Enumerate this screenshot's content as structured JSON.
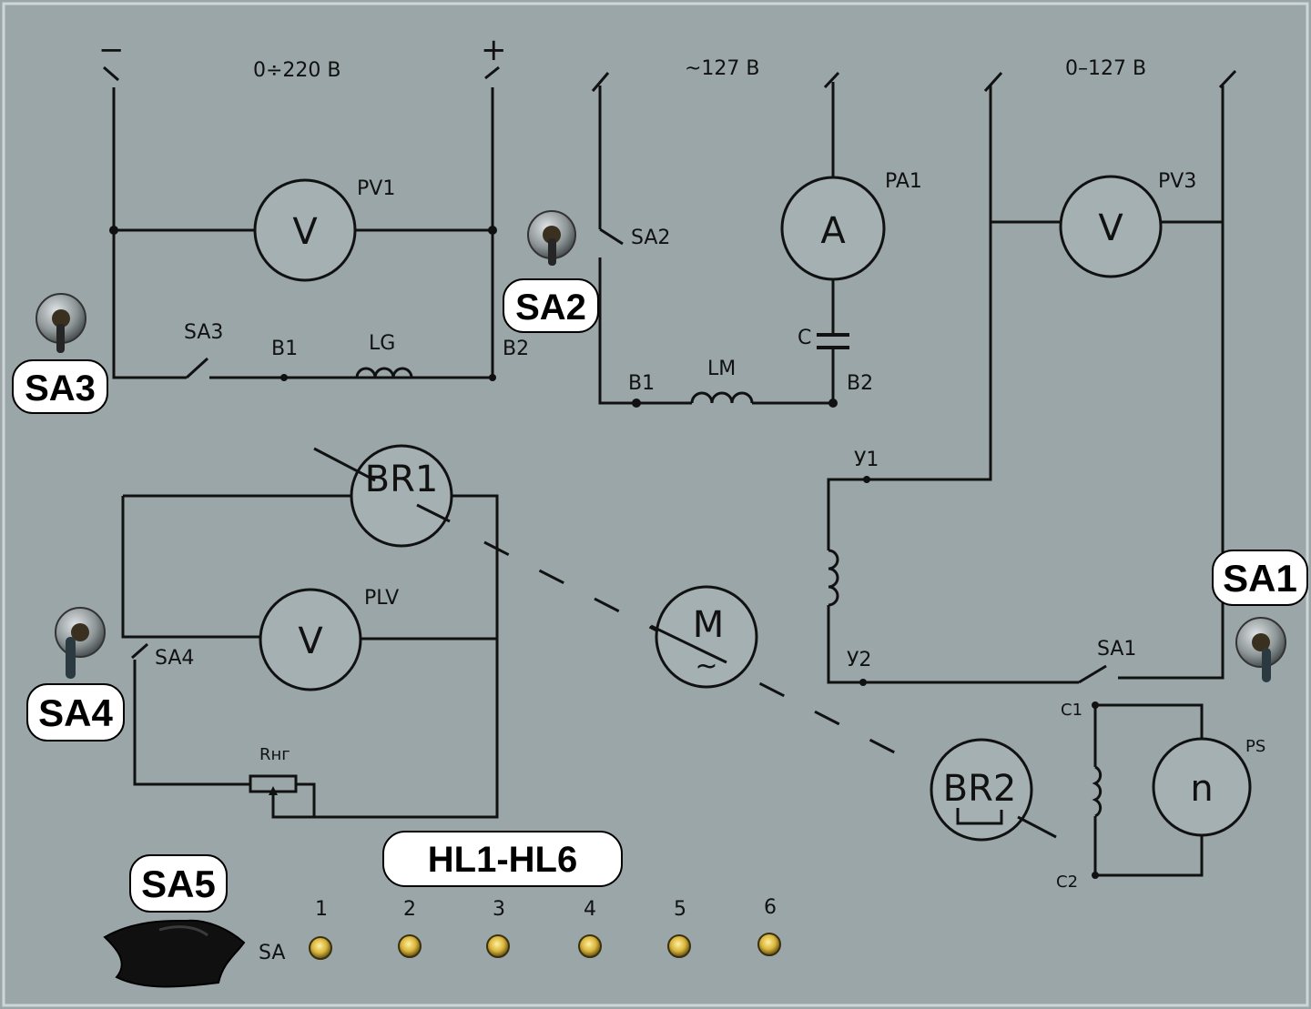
{
  "colors": {
    "panel": "#9aa6a8",
    "ink": "#111111",
    "lamp": "#d9b43a",
    "badge_bg": "#ffffff"
  },
  "supplies": {
    "dc": {
      "minus": "−",
      "plus": "+",
      "range": "0÷220 В"
    },
    "ac127": {
      "range": "~127 В"
    },
    "ac0_127": {
      "range": "0–127 В"
    }
  },
  "labels": {
    "pv1": "PV1",
    "pv1_symbol": "V",
    "pa1": "PA1",
    "pa1_symbol": "A",
    "pv3": "PV3",
    "pv3_symbol": "V",
    "plv": "PLV",
    "plv_symbol": "V",
    "ps": "PS",
    "ps_symbol": "n",
    "br1": "BR1",
    "br2": "BR2",
    "motor": "M",
    "motor_ac": "~",
    "sa2_diag": "SA2",
    "sa3_diag": "SA3",
    "sa4_diag": "SA4",
    "sa1_diag": "SA1",
    "b1_left": "B1",
    "b2_left": "B2",
    "lg": "LG",
    "b1_mid": "B1",
    "b2_mid": "B2",
    "lm": "LM",
    "cap": "C",
    "y1": "У1",
    "y2": "У2",
    "c1": "C1",
    "c2": "C2",
    "rheostat": "Rнг"
  },
  "badges": {
    "sa1": "SA1",
    "sa2": "SA2",
    "sa3": "SA3",
    "sa4": "SA4",
    "sa5": "SA5",
    "hl": "HL1-HL6"
  },
  "lamps": {
    "row_label": "SA",
    "numbers": [
      "1",
      "2",
      "3",
      "4",
      "5",
      "6"
    ]
  }
}
